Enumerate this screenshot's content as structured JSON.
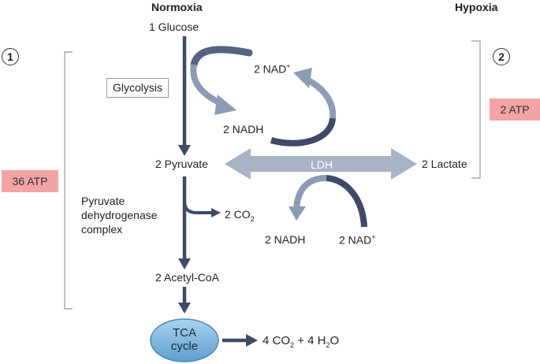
{
  "headings": {
    "normoxia": "Normoxia",
    "hypoxia": "Hypoxia"
  },
  "markers": {
    "one": "1",
    "two": "2"
  },
  "atp": {
    "normoxia": "36 ATP",
    "hypoxia": "2 ATP"
  },
  "nodes": {
    "glucose": "1 Glucose",
    "glycolysis": "Glycolysis",
    "nad_top": "2 NAD",
    "nadh_top": "2 NADH",
    "pyruvate": "2 Pyruvate",
    "ldh": "LDH",
    "lactate": "2 Lactate",
    "pdh_line1": "Pyruvate",
    "pdh_line2": "dehydrogenase",
    "pdh_line3": "complex",
    "co2": "2 CO",
    "co2_sub": "2",
    "nadh_bottom": "2 NADH",
    "nad_bottom": "2 NAD",
    "plus": "+",
    "acetyl": "2 Acetyl-CoA",
    "tca_line1": "TCA",
    "tca_line2": "cycle",
    "products_a": "4 CO",
    "products_sub1": "2",
    "products_b": " + 4 H",
    "products_sub2": "2",
    "products_c": "O"
  },
  "colors": {
    "arrow_dark": "#3e4a66",
    "arrow_light": "#8e9bb4",
    "ldh_bar": "#a9b3c6",
    "atp_box": "#f2a4a4",
    "tca_fill": "#7fb8de"
  }
}
